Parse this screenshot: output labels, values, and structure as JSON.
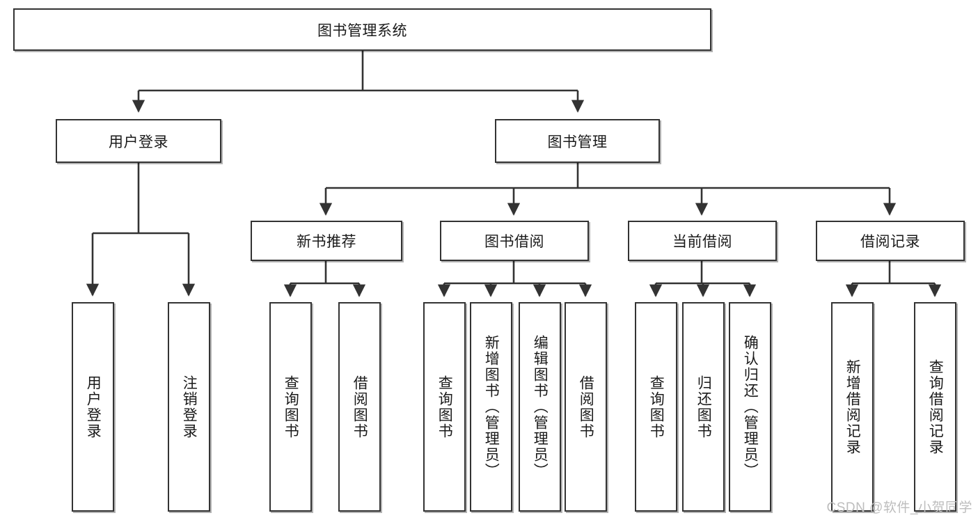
{
  "diagram": {
    "title": "图书管理系统",
    "root": {
      "id": "root",
      "label": "图书管理系统"
    },
    "level1": [
      {
        "id": "user-login",
        "label": "用户登录"
      },
      {
        "id": "book-manage",
        "label": "图书管理"
      }
    ],
    "level2": [
      {
        "id": "new-book-recommend",
        "label": "新书推荐"
      },
      {
        "id": "book-borrow",
        "label": "图书借阅"
      },
      {
        "id": "current-borrow",
        "label": "当前借阅"
      },
      {
        "id": "borrow-record",
        "label": "借阅记录"
      }
    ],
    "leaves": {
      "user_login": [
        {
          "id": "leaf-user-login",
          "label": "用户登录"
        },
        {
          "id": "leaf-logout-login",
          "label": "注销登录"
        }
      ],
      "new_book_recommend": [
        {
          "id": "leaf-query-book-1",
          "label": "查询图书"
        },
        {
          "id": "leaf-borrow-book-1",
          "label": "借阅图书"
        }
      ],
      "book_borrow": [
        {
          "id": "leaf-query-book-2",
          "label": "查询图书"
        },
        {
          "id": "leaf-add-book",
          "label": "新增图书（管理员）"
        },
        {
          "id": "leaf-edit-book",
          "label": "编辑图书（管理员）"
        },
        {
          "id": "leaf-borrow-book-2",
          "label": "借阅图书"
        }
      ],
      "current_borrow": [
        {
          "id": "leaf-query-book-3",
          "label": "查询图书"
        },
        {
          "id": "leaf-return-book",
          "label": "归还图书"
        },
        {
          "id": "leaf-confirm-return",
          "label": "确认归还（管理员）"
        }
      ],
      "borrow_record": [
        {
          "id": "leaf-add-record",
          "label": "新增借阅记录"
        },
        {
          "id": "leaf-query-record",
          "label": "查询借阅记录"
        }
      ]
    },
    "colors": {
      "border": "#333333",
      "text": "#1a1a1a",
      "background": "#ffffff",
      "connector": "#333333",
      "watermark": "#bdbdbd"
    }
  },
  "watermark": {
    "text": "CSDN @软件_小贺同学"
  }
}
